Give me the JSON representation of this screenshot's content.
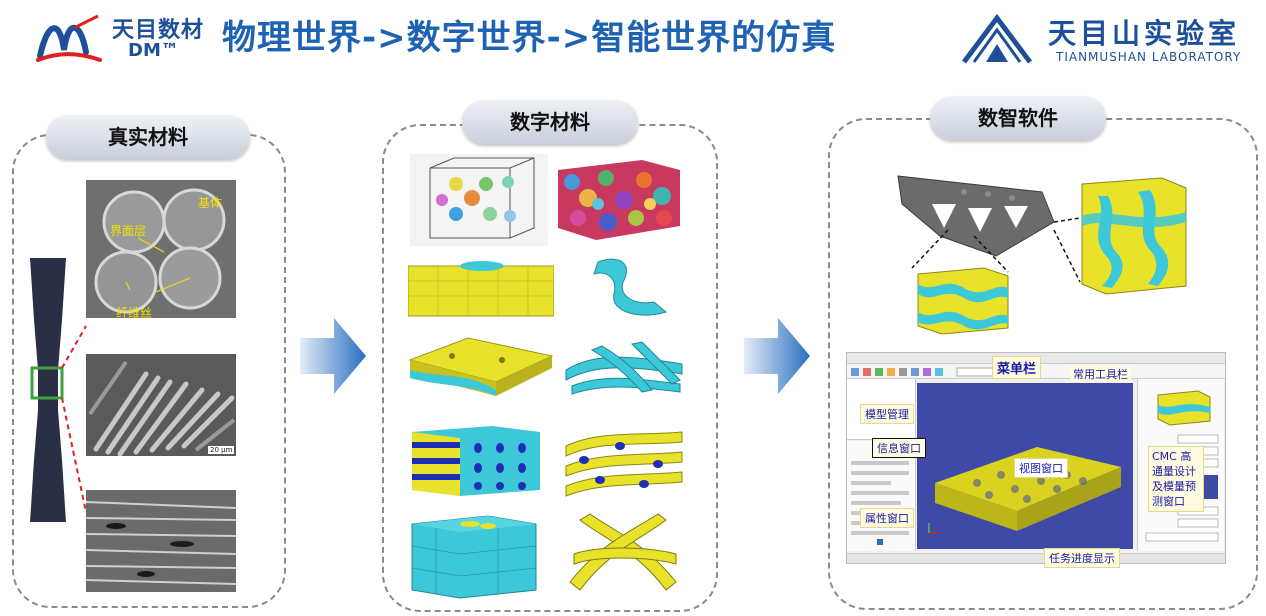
{
  "header": {
    "brand_cn": "天目数材",
    "brand_en": "DM™",
    "title": "物理世界->数字世界->智能世界的仿真",
    "lab_cn": "天目山实验室",
    "lab_en": "TIANMUSHAN LABORATORY"
  },
  "panels": {
    "real": {
      "label": "真实材料",
      "sem_labels": {
        "matrix": "基体",
        "interface": "界面层",
        "fiber": "纤维丝"
      },
      "scale_bar": "20 μm"
    },
    "digital": {
      "label": "数字材料"
    },
    "software": {
      "label": "数智软件",
      "annotations": {
        "menu_bar": "菜单栏",
        "toolbar": "常用工具栏",
        "model_manager": "模型管理",
        "info_window": "信息窗口",
        "view_window": "视图窗口",
        "property_window": "属性窗口",
        "cmc_panel": "CMC 高通量设计及模量预测窗口",
        "task_progress": "任务进度显示"
      }
    }
  },
  "colors": {
    "title_blue": "#1e62b3",
    "mesh_yellow": "#e8e22a",
    "mesh_cyan": "#3cc8d8",
    "mesh_blue": "#1f2fb5",
    "dash_red": "#e0201c",
    "arrow_blue": "#2a6fc0"
  }
}
